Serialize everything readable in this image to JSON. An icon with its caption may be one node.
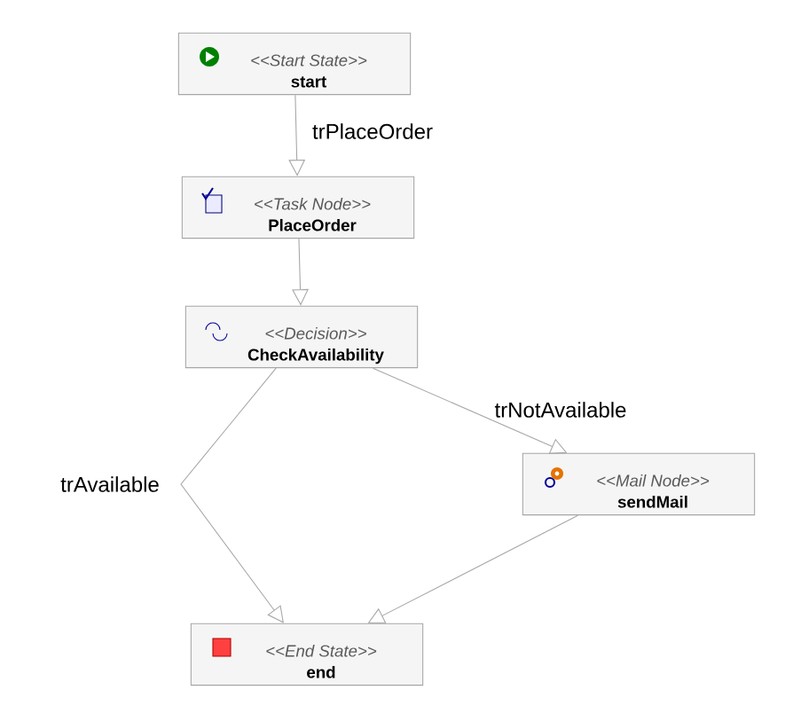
{
  "diagram": {
    "nodes": [
      {
        "text": [
          "<<Start State>>",
          "start"
        ]
      },
      {
        "text": [
          "<<Task Node>>",
          "PlaceOrder"
        ]
      },
      {
        "text": [
          "<<Decision>>",
          "CheckAvailability"
        ]
      },
      {
        "text": [
          "<<Mail Node>>",
          "sendMail"
        ]
      },
      {
        "text": [
          "<<End State>>",
          "end"
        ]
      }
    ],
    "edges": [
      {
        "from": 0,
        "to": 1,
        "arrow": "to",
        "label": "trPlaceOrder"
      },
      {
        "from": 1,
        "to": 2,
        "arrow": "to"
      },
      {
        "from": 2,
        "to": 4,
        "arrow": "to",
        "label": "trAvailable"
      },
      {
        "from": 2,
        "to": 3,
        "arrow": "to",
        "label": "trNotAvailable"
      },
      {
        "from": 3,
        "to": 4,
        "arrow": "to"
      }
    ]
  }
}
